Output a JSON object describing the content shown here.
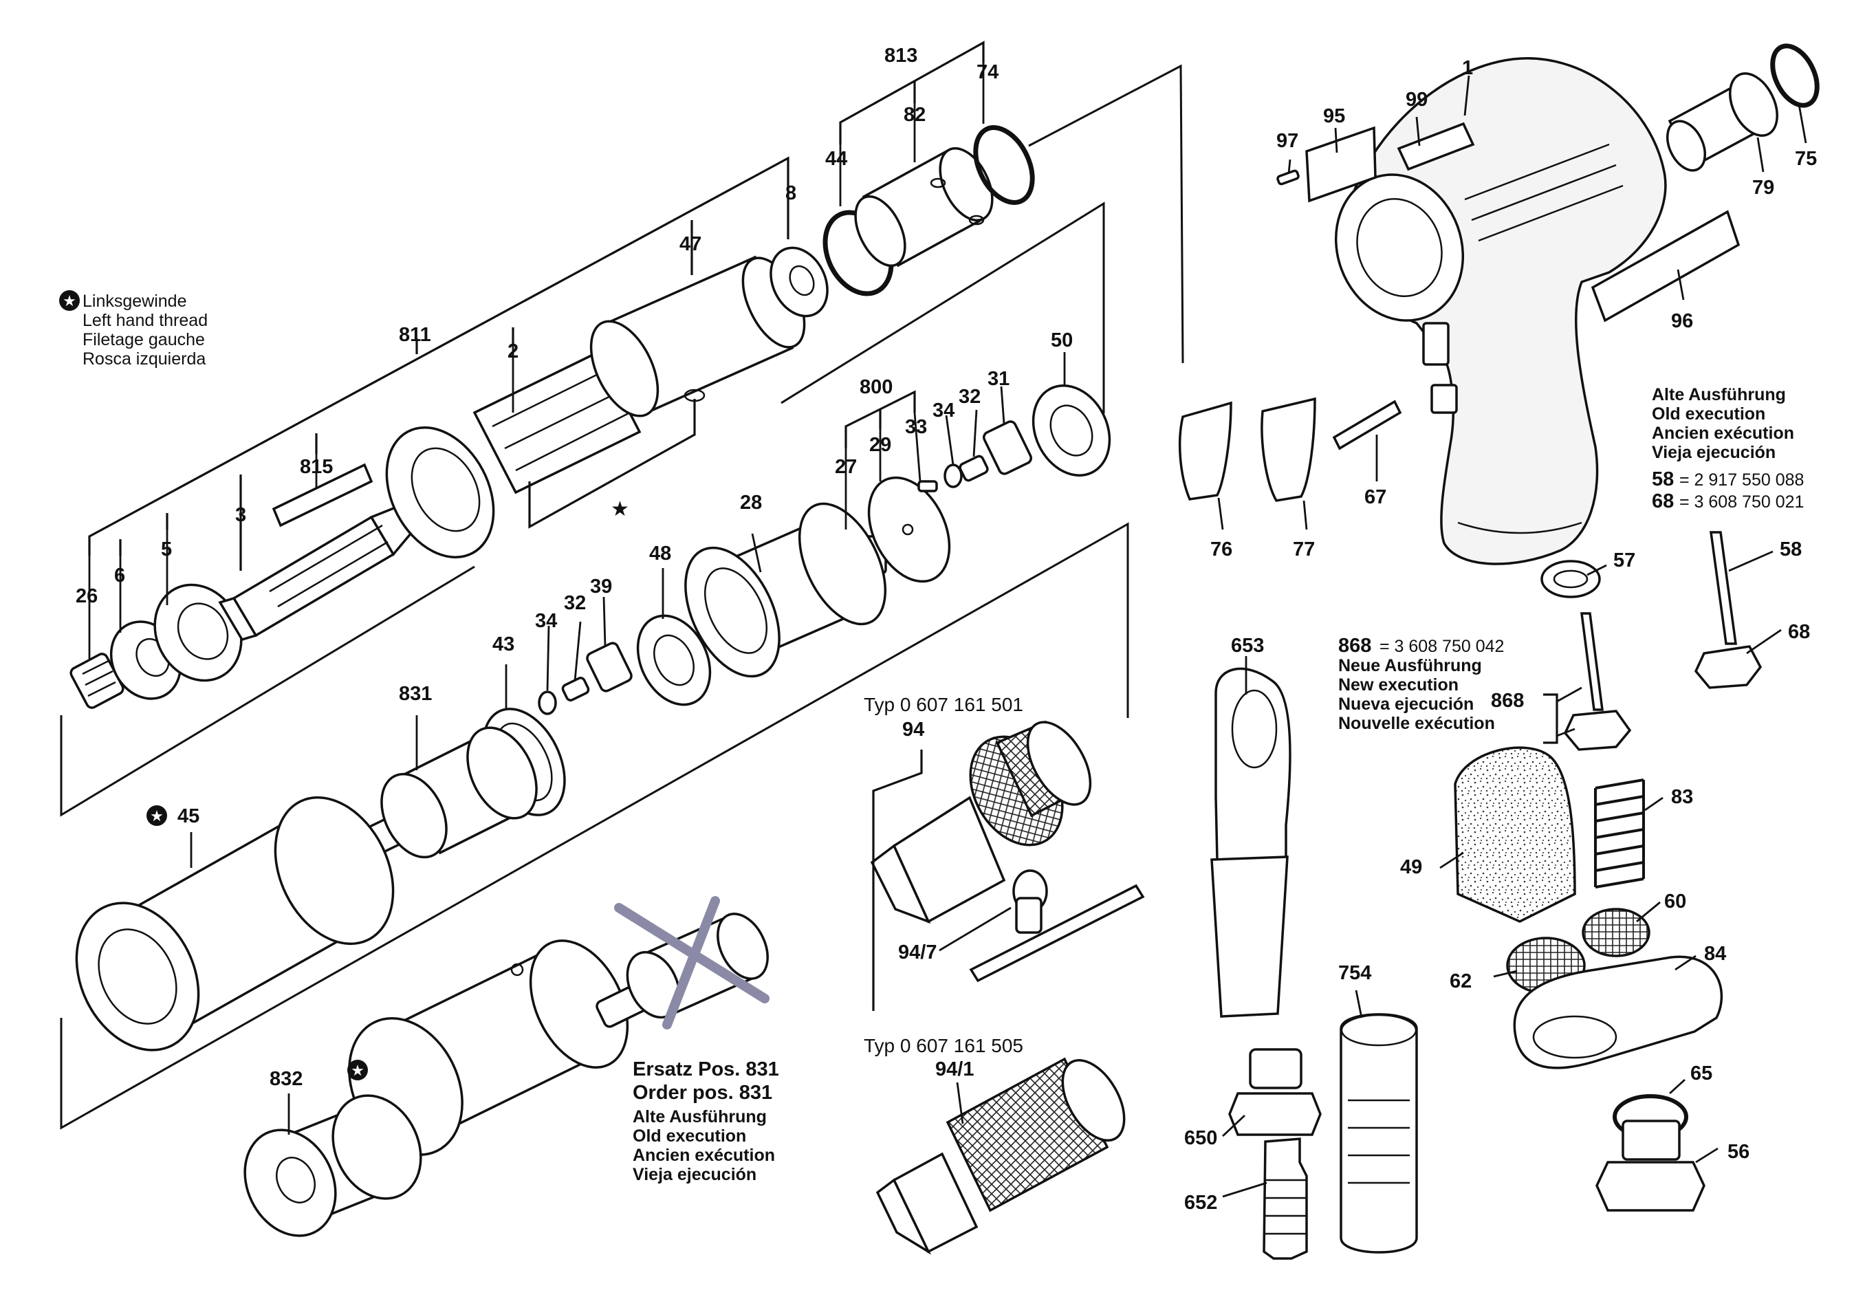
{
  "legend": {
    "lines": [
      "Linksgewinde",
      "Left hand thread",
      "Filetage gauche",
      "Rosca izquierda"
    ]
  },
  "chuck_types": {
    "type_a": "Typ 0 607 161 501",
    "type_b": "Typ 0 607 161 505"
  },
  "replacement_note": {
    "lines": [
      "Ersatz Pos. 831",
      "Order pos. 831",
      "Alte Ausführung",
      "Old execution",
      "Ancien exécution",
      "Vieja ejecución"
    ]
  },
  "old_version_note": {
    "lines": [
      "Alte Ausführung",
      "Old execution",
      "Ancien exécution",
      "Vieja ejecución"
    ],
    "part_58_num": "58",
    "part_58_code": "= 2 917 550 088",
    "part_68_num": "68",
    "part_68_code": "= 3 608 750 021"
  },
  "new_version_note": {
    "part_868_num": "868",
    "part_868_code": "= 3 608 750 042",
    "lines": [
      "Neue Ausführung",
      "New execution",
      "Nueva ejecución",
      "Nouvelle exécution"
    ]
  },
  "part_labels": {
    "p1": "1",
    "p2": "2",
    "p3": "3",
    "p5": "5",
    "p6": "6",
    "p8": "8",
    "p26": "26",
    "p27": "27",
    "p28": "28",
    "p29": "29",
    "p31": "31",
    "p32a": "32",
    "p32b": "32",
    "p33": "33",
    "p34a": "34",
    "p34b": "34",
    "p39": "39",
    "p43": "43",
    "p44": "44",
    "p45": "45",
    "p47": "47",
    "p48": "48",
    "p49": "49",
    "p50": "50",
    "p56": "56",
    "p57": "57",
    "p58": "58",
    "p60": "60",
    "p62": "62",
    "p65": "65",
    "p67": "67",
    "p68": "68",
    "p74": "74",
    "p75": "75",
    "p76": "76",
    "p77": "77",
    "p79": "79",
    "p82": "82",
    "p83": "83",
    "p84": "84",
    "p94": "94",
    "p94_1": "94/1",
    "p94_7": "94/7",
    "p95": "95",
    "p96": "96",
    "p97": "97",
    "p99": "99",
    "p650": "650",
    "p652": "652",
    "p653": "653",
    "p754": "754",
    "p800": "800",
    "p811": "811",
    "p813": "813",
    "p815": "815",
    "p831": "831",
    "p832": "832",
    "p868": "868"
  }
}
